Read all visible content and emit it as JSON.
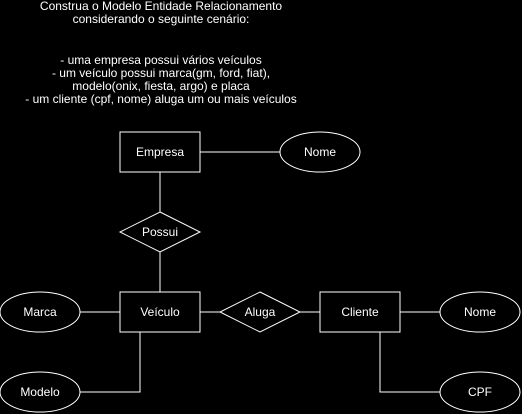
{
  "prompt": {
    "title_line1": "Construa o Modelo Entidade Relacionamento",
    "title_line2": "considerando o seguinte cenário:",
    "bullets": [
      "- uma empresa possui vários veículos",
      "- um veículo possui marca(gm, ford, fiat),",
      "modelo(onix, fiesta, argo) e placa",
      "- um cliente (cpf, nome) aluga um ou mais veículos"
    ]
  },
  "entities": {
    "empresa": "Empresa",
    "veiculo": "Veículo",
    "cliente": "Cliente"
  },
  "relationships": {
    "possui": "Possui",
    "aluga": "Aluga"
  },
  "attributes": {
    "empresa_nome": "Nome",
    "marca": "Marca",
    "modelo": "Modelo",
    "cliente_nome": "Nome",
    "cpf": "CPF"
  },
  "colors": {
    "background": "#000000",
    "stroke": "#ffffff",
    "text": "#ffffff"
  }
}
